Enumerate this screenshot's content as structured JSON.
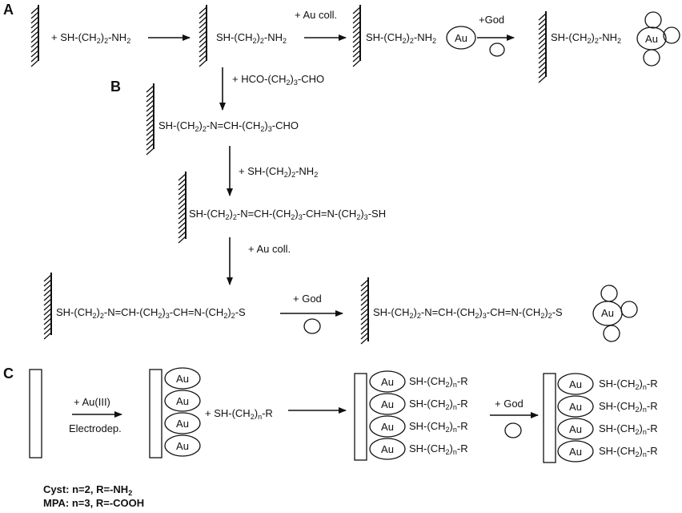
{
  "panels": {
    "a": "A",
    "b": "B",
    "c": "C"
  },
  "chem": {
    "reagent_cyst": "+ SH-(CH<sub>2</sub>)<sub>2</sub>-NH<sub>2</sub>",
    "cyst": "SH-(CH<sub>2</sub>)<sub>2</sub>-NH<sub>2</sub>",
    "au_coll_a": "+ Au coll.",
    "god_a": "+God",
    "glut": "+ HCO-(CH<sub>2</sub>)<sub>3</sub>-CHO",
    "imine1": "SH-(CH<sub>2</sub>)<sub>2</sub>-N=CH-(CH<sub>2</sub>)<sub>3</sub>-CHO",
    "reagent_cyst_b": "+ SH-(CH<sub>2</sub>)<sub>2</sub>-NH<sub>2</sub>",
    "imine2": "SH-(CH<sub>2</sub>)<sub>2</sub>-N=CH-(CH<sub>2</sub>)<sub>3</sub>-CH=N-(CH<sub>2</sub>)<sub>3</sub>-SH",
    "au_coll_b": "+ Au coll.",
    "imine3": "SH-(CH<sub>2</sub>)<sub>2</sub>-N=CH-(CH<sub>2</sub>)<sub>3</sub>-CH=N-(CH<sub>2</sub>)<sub>2</sub>-S",
    "god_b": "+ God",
    "imine4": "SH-(CH<sub>2</sub>)<sub>2</sub>-N=CH-(CH<sub>2</sub>)<sub>3</sub>-CH=N-(CH<sub>2</sub>)<sub>2</sub>-S",
    "au_iii": "+ Au(III)",
    "electrodep": "Electrodep.",
    "thiol_reagent": "+ SH-(CH<sub>2</sub>)<sub>n</sub>-R",
    "thiol": "SH-(CH<sub>2</sub>)<sub>n</sub>-R",
    "god_c": "+ God",
    "au": "Au"
  },
  "legend": {
    "cyst": "Cyst: n=2, R=-NH<sub>2</sub>",
    "mpa": "MPA: n=3, R=-COOH"
  }
}
